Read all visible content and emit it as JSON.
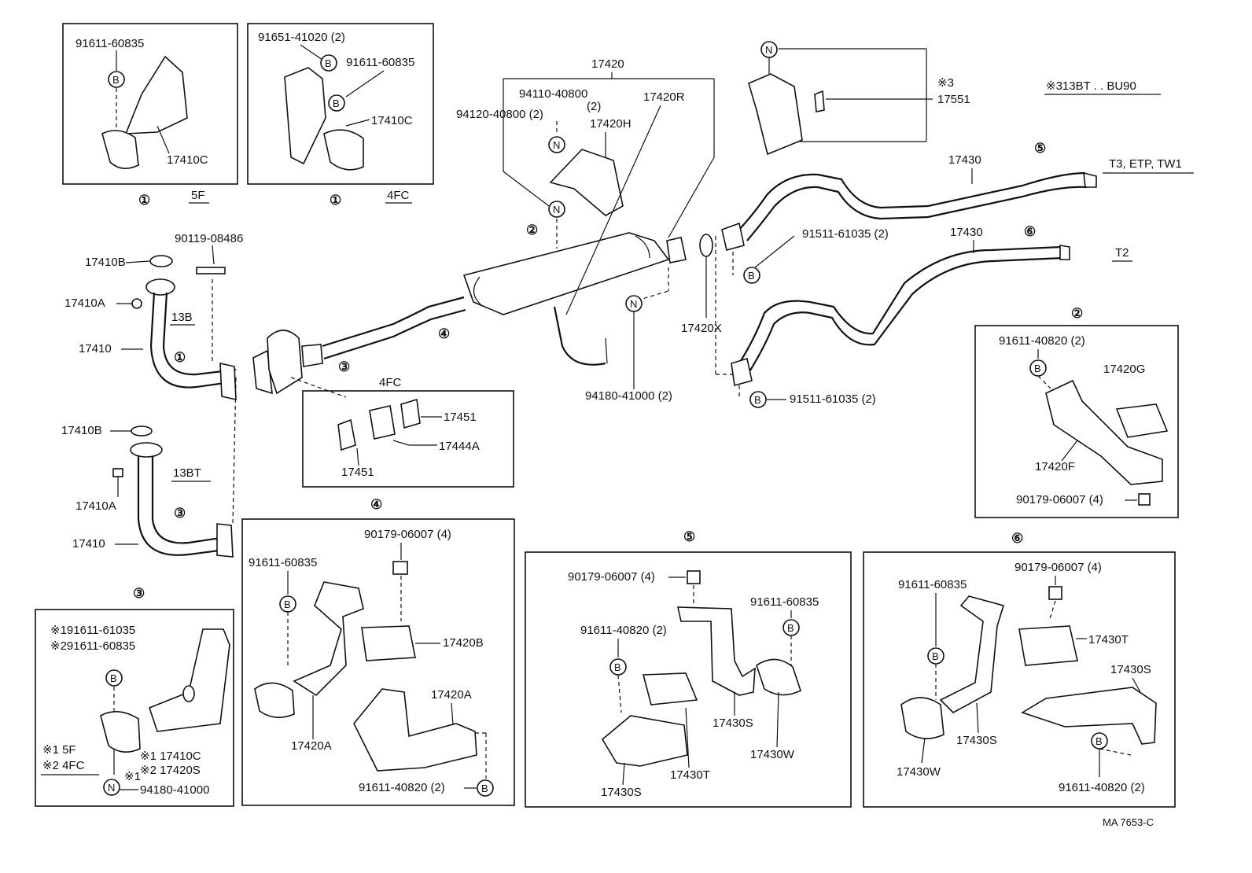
{
  "parts": {
    "p91611_60835": "91611-60835",
    "p17410C": "17410C",
    "p91651_41020_2": "91651-41020 (2)",
    "p90119_08486": "90119-08486",
    "p17410B": "17410B",
    "p17410A": "17410A",
    "p17410": "17410",
    "p17420": "17420",
    "p94110_40800": "94110-40800",
    "qty2": "(2)",
    "p94120_40800_2": "94120-40800 (2)",
    "p17420H": "17420H",
    "p17420R": "17420R",
    "p17551": "17551",
    "p17430": "17430",
    "p91511_61035_2": "91511-61035 (2)",
    "p17420X": "17420X",
    "p94180_41000_2": "94180-41000 (2)",
    "p17451": "17451",
    "p17444A": "17444A",
    "p91611_40820_2": "91611-40820 (2)",
    "p17420G": "17420G",
    "p17420F": "17420F",
    "p90179_06007_4": "90179-06007 (4)",
    "p17420B": "17420B",
    "p17420A": "17420A",
    "p17430S": "17430S",
    "p17430T": "17430T",
    "p17430W": "17430W",
    "p17420S": "17420S",
    "p94180_41000": "94180-41000",
    "p91611_61035": "91611-61035"
  },
  "codes": {
    "c5F": "5F",
    "c4FC": "4FC",
    "c13B": "13B",
    "c13BT": "13BT",
    "c_star3": "※3",
    "c_star3_note": "※313BT . . BU90",
    "cT3": "T3, ETP, TW1",
    "cT2": "T2",
    "s1": "※1",
    "s2": "※2"
  },
  "markers": {
    "m1": "①",
    "m2": "②",
    "m3": "③",
    "m4": "④",
    "m5": "⑤",
    "m6": "⑥",
    "B": "B",
    "N": "N"
  },
  "ref_code": "MA 7653-C"
}
